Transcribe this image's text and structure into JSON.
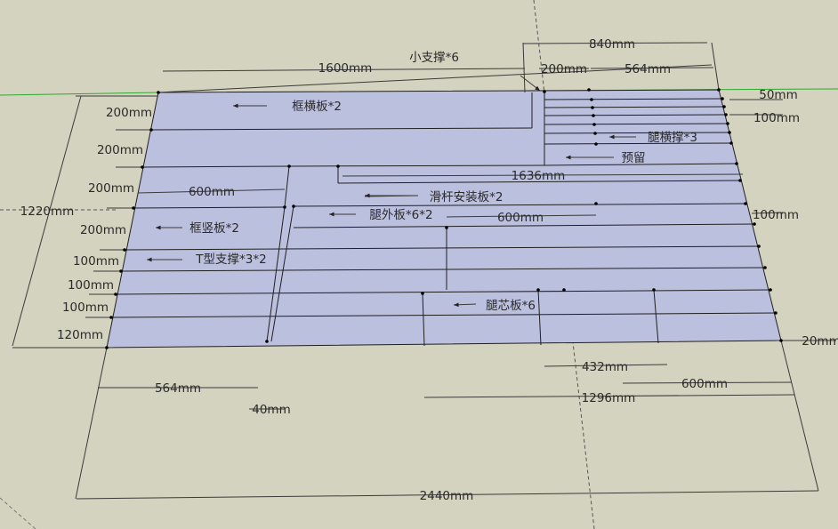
{
  "app": "SketchUp",
  "theme": {
    "background": "#d4d3bf",
    "panel_fill": "#bcc0df",
    "line_color": "#1f1f1f",
    "axis_green": "#2fa82f",
    "vertex_color": "#000000"
  },
  "dimensions": {
    "top_total": "1600mm",
    "top_right_total": "840mm",
    "top_right_a": "200mm",
    "top_right_b": "564mm",
    "left_row1": "200mm",
    "left_row2": "200mm",
    "left_row3": "200mm",
    "left_row4": "200mm",
    "left_row5": "100mm",
    "left_row6": "100mm",
    "left_row7": "100mm",
    "left_row8": "120mm",
    "left_total": "1220mm",
    "width_600_left": "600mm",
    "width_600_mid": "600mm",
    "width_1636": "1636mm",
    "right_50": "50mm",
    "right_100_top": "100mm",
    "right_100_mid": "100mm",
    "right_20": "20mm",
    "bottom_564": "564mm",
    "bottom_40": "40mm",
    "bottom_432": "432mm",
    "bottom_600": "600mm",
    "bottom_1296": "1296mm",
    "bottom_total": "2440mm"
  },
  "labels": {
    "small_brace": "小支撑*6",
    "frame_cross": "框横板*2",
    "leg_cross_brace": "腿横撑*3",
    "reserved": "预留",
    "rail_mount": "滑杆安装板*2",
    "leg_outer": "腿外板*6*2",
    "frame_vertical": "框竖板*2",
    "t_brace": "T型支撑*3*2",
    "leg_core": "腿芯板*6"
  }
}
